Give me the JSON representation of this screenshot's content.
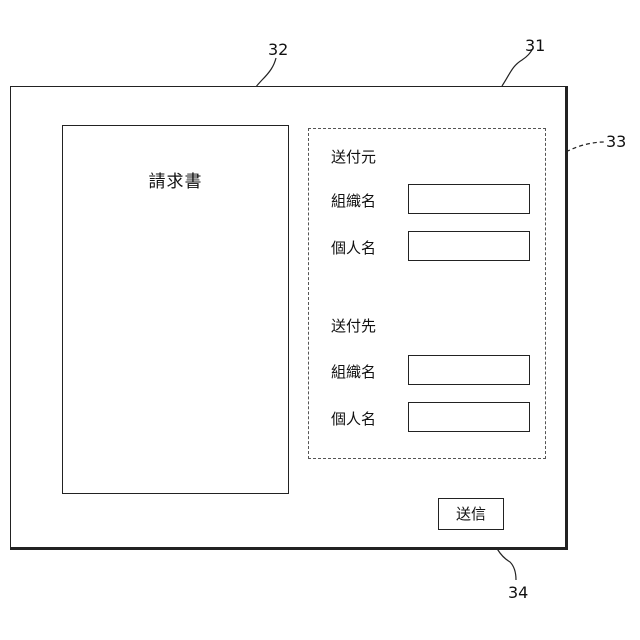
{
  "reference_numerals": {
    "window": "31",
    "document_preview": "32",
    "form_panel": "33",
    "send_button": "34"
  },
  "document_preview": {
    "title": "請求書"
  },
  "sender": {
    "heading": "送付元",
    "organization_label": "組織名",
    "organization_value": "",
    "person_label": "個人名",
    "person_value": ""
  },
  "recipient": {
    "heading": "送付先",
    "organization_label": "組織名",
    "organization_value": "",
    "person_label": "個人名",
    "person_value": ""
  },
  "send_button": {
    "label": "送信"
  }
}
